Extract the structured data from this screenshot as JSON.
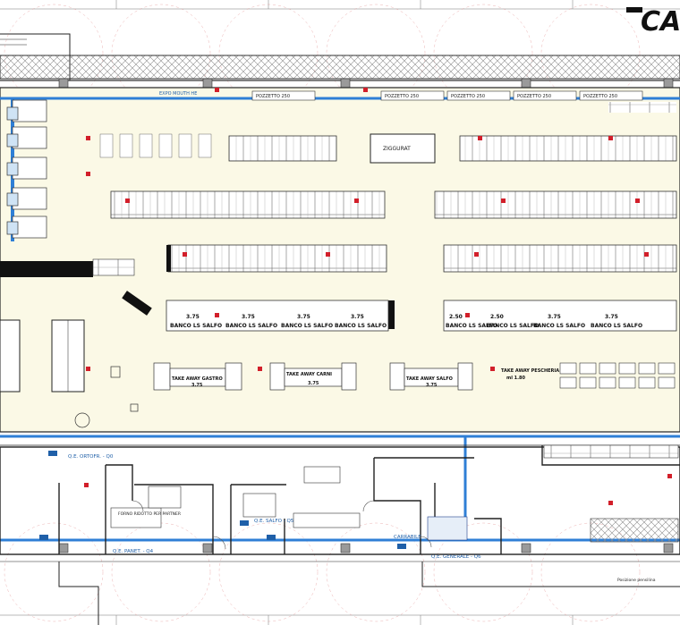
{
  "colors": {
    "sales_floor": "#fbf9e6",
    "wall": "#222222",
    "duct": "#2f7fd6",
    "red_marker": "#d21f2a",
    "hatch": "#9a9a9a"
  },
  "title_block": {
    "logo_text": "CA"
  },
  "labels": {
    "expo": "EXPO MOUTH HE",
    "pizzetto": "POZZETTO 250",
    "ziggurat": "ZIGGURAT",
    "panel_ortofr": "Q.E. ORTOFR. - Q0",
    "panel_forno": "FORNO RIDOTTO PER PARTNER",
    "panel_salfo": "Q.E. SALFO - Q5",
    "panel_panet": "Q.E. PANET. - Q4",
    "panel_generale": "Q.E. GENERALE - Q6",
    "carrabile": "CARRABILE",
    "take_away_gastro": "TAKE AWAY GASTRO",
    "take_away_carni": "TAKE AWAY CARNI",
    "take_away_salfo": "TAKE AWAY SALFO",
    "take_away_pescheria": "TAKE AWAY PESCHERIA",
    "take_away_size": "3.75",
    "pescheria_size": "ml 1.80",
    "banco_salfo": "BANCO LS SALFO",
    "banco_size": "3.75",
    "banco_size_short": "2.50",
    "posizione_scale": "Posizione pensilina"
  }
}
